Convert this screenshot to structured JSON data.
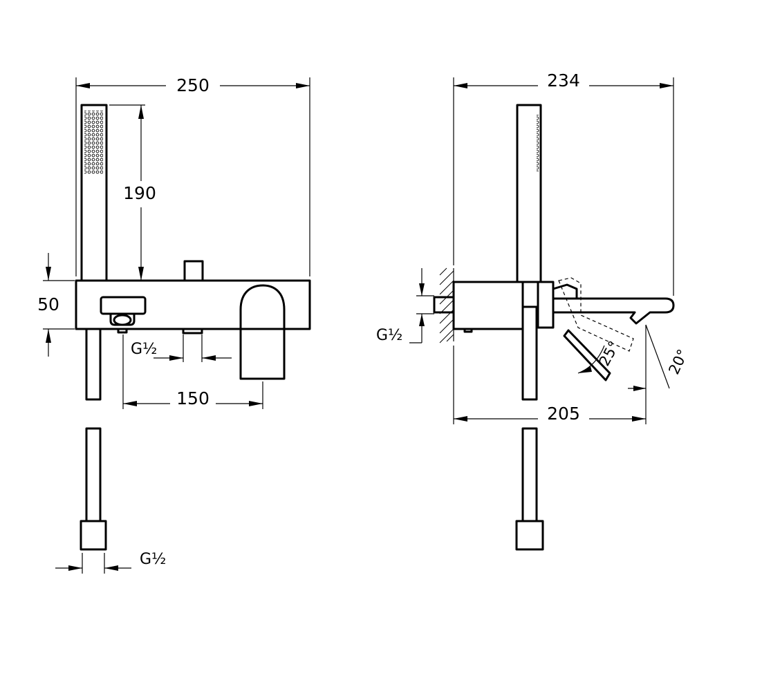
{
  "front_view": {
    "dim_total_width": "250",
    "dim_handshower_height": "190",
    "dim_body_height": "50",
    "dim_inlet_spacing": "150",
    "label_inlet_thread": "G½",
    "label_hose_thread": "G½"
  },
  "side_view": {
    "dim_total_depth": "234",
    "dim_spout_depth": "205",
    "label_inlet_thread": "G½",
    "angle_lever": "25°",
    "angle_spout": "20°"
  },
  "colors": {
    "line": "#000000",
    "background": "#ffffff"
  }
}
